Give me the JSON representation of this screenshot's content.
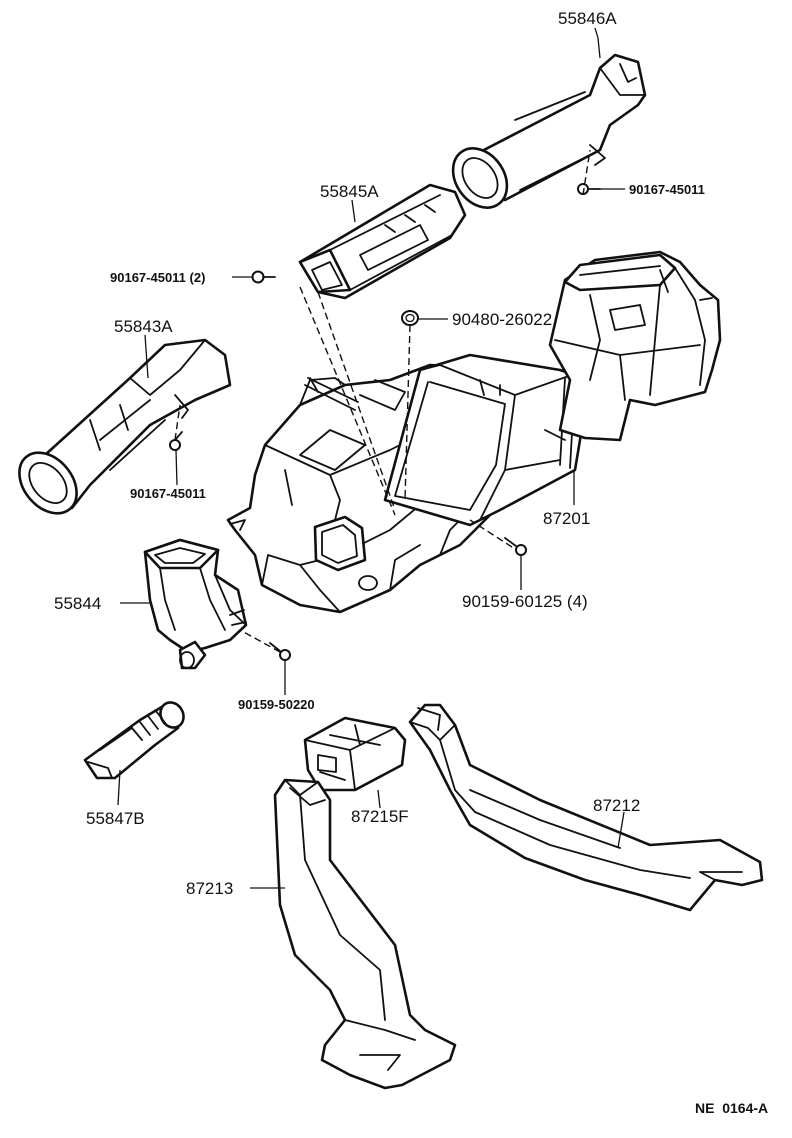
{
  "parts": {
    "p55846a": "55846A",
    "p55845a": "55845A",
    "p55843a": "55843A",
    "p55844": "55844",
    "p55847b": "55847B",
    "p87201": "87201",
    "p87215f": "87215F",
    "p87212": "87212",
    "p87213": "87213"
  },
  "fasteners": {
    "f9016745011_top": "90167-45011",
    "f9016745011_2": "90167-45011 (2)",
    "f9016745011_left": "90167-45011",
    "f9048026022": "90480-26022",
    "f9015960125": "90159-60125 (4)",
    "f9015950220": "90159-50220"
  },
  "reference": "NE  0164-A"
}
